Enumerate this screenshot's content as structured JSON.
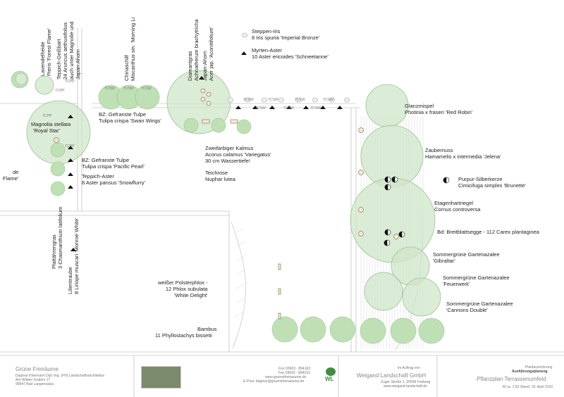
{
  "plant_labels": {
    "lavendelheide": {
      "name": "Lavendelheide",
      "species": "Pieris 'Forest Flame'"
    },
    "teppich_geissbart": {
      "line1": "Teppich-Geißbart",
      "line2": "24 Aruncus aethusifolius",
      "line3": "auch unter Magnolie und",
      "line4": "Japan-Ahorn"
    },
    "chinaschilf": {
      "name": "Chinaschilf",
      "species": "Miscanthus sin. 'Morning Li"
    },
    "diamantgras": {
      "name": "Diamantgras",
      "species": "Achnatherum brachytricha"
    },
    "japan_ahorn": {
      "name": "Japan-Ahorn",
      "species": "Acer jap. 'Aconitifolium'"
    },
    "steppen_iris": {
      "name": "Steppen-Iris",
      "species": "8 Iris spuria 'Imperial Bronze'"
    },
    "myrten_aster": {
      "name": "Myrten-Aster",
      "species": "10 Aster ericoides 'Schneetanne'"
    },
    "magnolia": {
      "name": "Magnolia stellata",
      "species": "'Royal Star'"
    },
    "bz_tulpe_1": {
      "name": "BZ: Gefranste Tulpe",
      "species": "Tulipa crispa 'Swan Wings'"
    },
    "bz_tulpe_2": {
      "name": "BZ: Gefranste Tulpe",
      "species": "Tulipa crispa 'Pacific Pearl'"
    },
    "teppich_aster": {
      "name": "Teppich-Aster",
      "species": "8 Aster pansus 'Snowflurry'"
    },
    "flame_fragment": {
      "line1": "de",
      "line2": "Flame'"
    },
    "kalmus": {
      "name": "Zweifarbiger Kalmus",
      "species": "Acorus calamus 'Variegatus'",
      "note": "30 cm Wassertiefe!"
    },
    "teichrose": {
      "name": "Teichrose",
      "species": "Nuphar lutea"
    },
    "glanzmispel": {
      "name": "Glanzmispel",
      "species": "Photinia x fraseri 'Red Robin'"
    },
    "zaubernuss": {
      "name": "Zaubernuss",
      "species": "Hamamelis x intermedia 'Jelena'"
    },
    "silberkerze": {
      "name": "Purpur-Silberkerze",
      "species": "Cimicifuga simplex 'Brunette'"
    },
    "etagenhartriegel": {
      "name": "Etagenhartriegel",
      "species": "Cornus controversa"
    },
    "breitblattsegge": {
      "text": "Bd: Breitblattsegge - 112 Carex plantaginea"
    },
    "azalee_1": {
      "name": "Sommergrüne Gartenazalee",
      "species": "'Gibraltar'"
    },
    "azalee_2": {
      "name": "Sommergrüne Gartenazalee",
      "species": "'Feuerwerk'"
    },
    "azalee_3": {
      "name": "Sommergrüne Gartenazalee",
      "species": "'Cannons Double'"
    },
    "plattaehrengras": {
      "name": "Plattährengras",
      "species": "3 Chasmanthium latifolium"
    },
    "lilientraube": {
      "name": "Lilientraube",
      "species": "8 Liriope muscari 'Monroe White'"
    },
    "polsterphlox": {
      "line1": "weißer Polsterphlox -",
      "line2": "12 Phlox subulata",
      "line3": "'White Delight'"
    },
    "bambus": {
      "name": "Bambus",
      "species": "11 Phyllostachys bissetii"
    }
  },
  "codes": {
    "tcpp": "TCPP",
    "tcsw": "TCSW"
  },
  "title_block": {
    "office_name": "Grüne Freiräume",
    "office_line1": "Dagmar Kleemann Dipl.-Ing. (FH) Landschaftsarchitektur",
    "office_line2": "Am Wilden Graben 17",
    "office_line3": "99947 Bad Langensalza",
    "contact_line1": "Fon 03603 - 894163",
    "contact_line2": "Fax 03603 - 894163",
    "contact_line3": "www.gruenefreiraeume.de",
    "contact_line4": "E-Post: dagmar@gruenefreiraeume.de",
    "logo_text": "WL",
    "client_note": "im Auftrag von",
    "client_name": "Weigand Landschaft GmbH",
    "client_line1": "Zuger Straße 1, 09599 Freiberg",
    "client_line2": "www.weigand-landschaft.de",
    "plan_label": "Planbezeichnung",
    "plan_type": "Ausführungsplanung",
    "plan_name": "Pflanzplan Terrassenumfeld",
    "plan_meta": "M ca. 1:50   Stand: 19. April 2010"
  },
  "colors": {
    "shrub_fill": "#cfe5c9",
    "shrub_stroke": "#9cc394",
    "grass_fill": "#bfe0b5",
    "line": "#999999"
  }
}
